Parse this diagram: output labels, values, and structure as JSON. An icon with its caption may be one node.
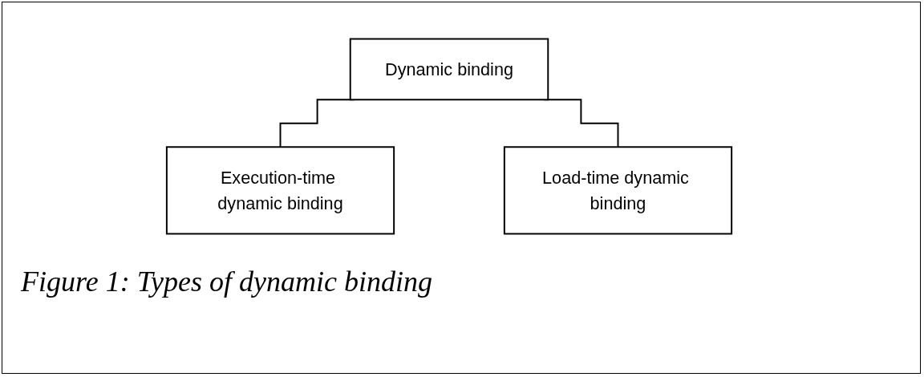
{
  "diagram": {
    "caption": "Figure 1: Types of dynamic binding",
    "nodes": [
      {
        "text": [
          "Dynamic binding"
        ]
      },
      {
        "text": [
          "Execution-time dynamic binding"
        ]
      },
      {
        "text": [
          "Load-time dynamic binding"
        ]
      }
    ],
    "edges": [
      {
        "from": 0,
        "to": 1,
        "arrow": "none"
      },
      {
        "from": 0,
        "to": 2,
        "arrow": "none"
      }
    ]
  }
}
